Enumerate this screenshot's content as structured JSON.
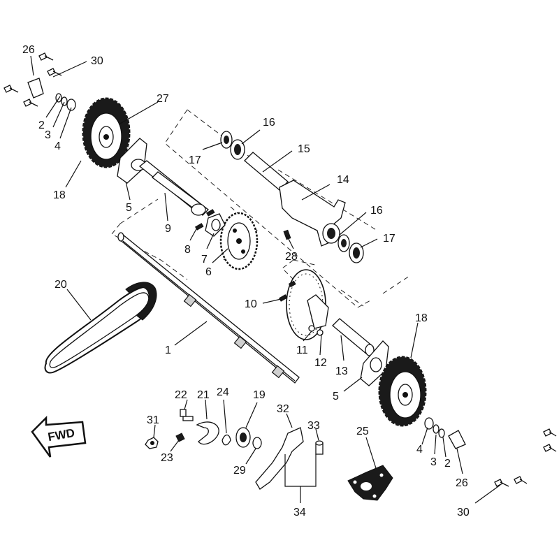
{
  "diagram": {
    "fwd_label": "FWD",
    "callouts": [
      {
        "id": "c26a",
        "label": "26"
      },
      {
        "id": "c30a",
        "label": "30"
      },
      {
        "id": "c27",
        "label": "27"
      },
      {
        "id": "c2a",
        "label": "2"
      },
      {
        "id": "c3a",
        "label": "3"
      },
      {
        "id": "c4a",
        "label": "4"
      },
      {
        "id": "c18a",
        "label": "18"
      },
      {
        "id": "c5a",
        "label": "5"
      },
      {
        "id": "c9",
        "label": "9"
      },
      {
        "id": "c8",
        "label": "8"
      },
      {
        "id": "c7",
        "label": "7"
      },
      {
        "id": "c6",
        "label": "6"
      },
      {
        "id": "c16a",
        "label": "16"
      },
      {
        "id": "c17a",
        "label": "17"
      },
      {
        "id": "c15",
        "label": "15"
      },
      {
        "id": "c14",
        "label": "14"
      },
      {
        "id": "c16b",
        "label": "16"
      },
      {
        "id": "c17b",
        "label": "17"
      },
      {
        "id": "c28",
        "label": "28"
      },
      {
        "id": "c20",
        "label": "20"
      },
      {
        "id": "c1",
        "label": "1"
      },
      {
        "id": "c10",
        "label": "10"
      },
      {
        "id": "c11",
        "label": "11"
      },
      {
        "id": "c12",
        "label": "12"
      },
      {
        "id": "c13",
        "label": "13"
      },
      {
        "id": "c18b",
        "label": "18"
      },
      {
        "id": "c5b",
        "label": "5"
      },
      {
        "id": "c22",
        "label": "22"
      },
      {
        "id": "c21",
        "label": "21"
      },
      {
        "id": "c24",
        "label": "24"
      },
      {
        "id": "c19",
        "label": "19"
      },
      {
        "id": "c31",
        "label": "31"
      },
      {
        "id": "c23",
        "label": "23"
      },
      {
        "id": "c29",
        "label": "29"
      },
      {
        "id": "c32",
        "label": "32"
      },
      {
        "id": "c33",
        "label": "33"
      },
      {
        "id": "c34",
        "label": "34"
      },
      {
        "id": "c25",
        "label": "25"
      },
      {
        "id": "c4b",
        "label": "4"
      },
      {
        "id": "c3b",
        "label": "3"
      },
      {
        "id": "c2b",
        "label": "2"
      },
      {
        "id": "c26b",
        "label": "26"
      },
      {
        "id": "c30b",
        "label": "30"
      }
    ]
  }
}
